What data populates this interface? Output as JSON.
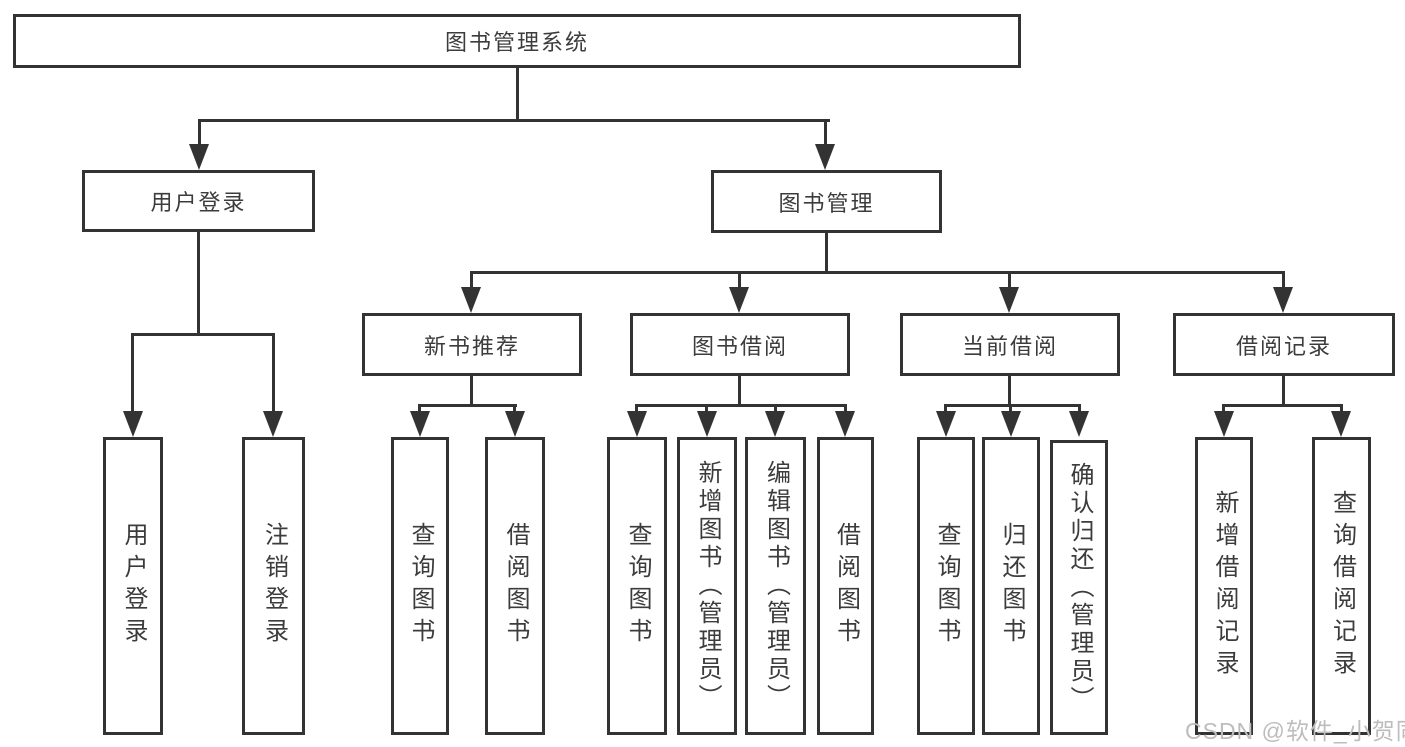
{
  "diagram": {
    "type": "hierarchy",
    "line_color": "#333333",
    "text_color": "#3c3c3c",
    "background_color": "#ffffff",
    "tree": {
      "label": "图书管理系统",
      "children": [
        {
          "label": "用户登录",
          "children": [
            {
              "label": "用户登录"
            },
            {
              "label": "注销登录"
            }
          ]
        },
        {
          "label": "图书管理",
          "children": [
            {
              "label": "新书推荐",
              "children": [
                {
                  "label": "查询图书"
                },
                {
                  "label": "借阅图书"
                }
              ]
            },
            {
              "label": "图书借阅",
              "children": [
                {
                  "label": "查询图书"
                },
                {
                  "label": "新增图书（管理员）"
                },
                {
                  "label": "编辑图书（管理员）"
                },
                {
                  "label": "借阅图书"
                }
              ]
            },
            {
              "label": "当前借阅",
              "children": [
                {
                  "label": "查询图书"
                },
                {
                  "label": "归还图书"
                },
                {
                  "label": "确认归还（管理员）"
                }
              ]
            },
            {
              "label": "借阅记录",
              "children": [
                {
                  "label": "新增借阅记录"
                },
                {
                  "label": "查询借阅记录"
                }
              ]
            }
          ]
        }
      ]
    },
    "watermark": {
      "text": "CSDN @软件_小贺同学",
      "color": "#bdbdbd"
    }
  }
}
